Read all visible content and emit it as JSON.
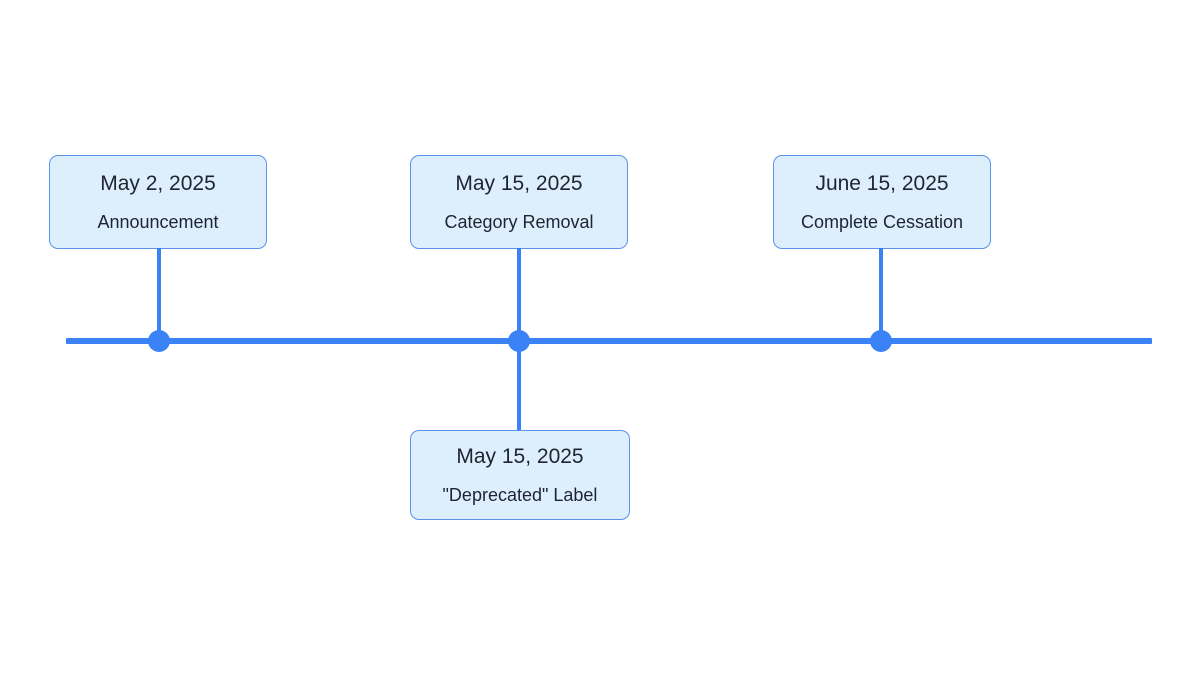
{
  "diagram": {
    "type": "timeline",
    "orientation": "horizontal",
    "accent_color": "#3b82f6",
    "card_fill_color": "#ddeffc",
    "card_border_color": "#5b93ea",
    "text_color": "#1f2430",
    "background_color": "#ffffff",
    "axis": {
      "label": "timeline-axis"
    },
    "events": [
      {
        "id": "announcement",
        "date": "May 2, 2025",
        "label": "Announcement",
        "position": "above"
      },
      {
        "id": "category-removal",
        "date": "May 15, 2025",
        "label": "Category Removal",
        "position": "above"
      },
      {
        "id": "complete-cessation",
        "date": "June 15, 2025",
        "label": "Complete Cessation",
        "position": "above"
      },
      {
        "id": "deprecated-label",
        "date": "May 15, 2025",
        "label": "\"Deprecated\" Label",
        "position": "below"
      }
    ]
  }
}
